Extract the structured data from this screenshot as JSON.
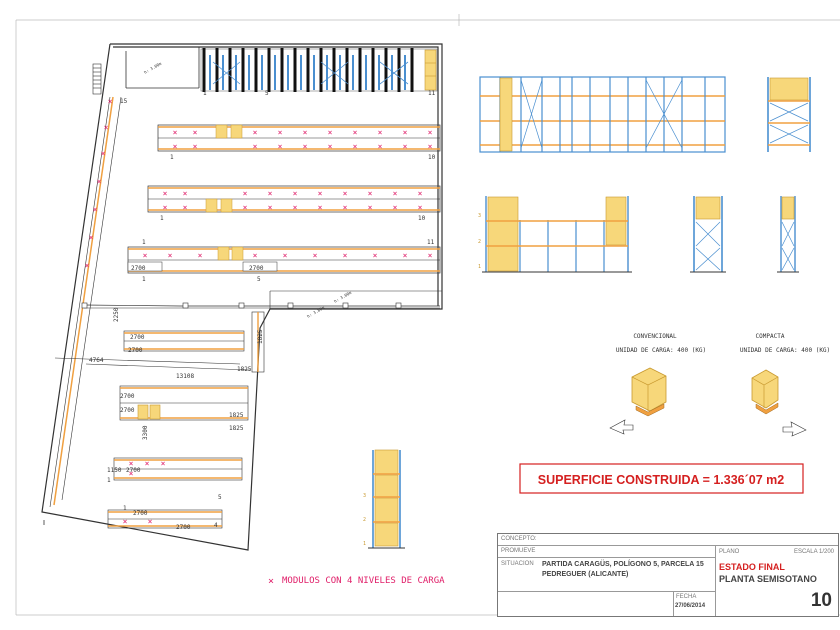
{
  "plan": {
    "dims": [
      "2700",
      "2700",
      "2700",
      "2700",
      "1825",
      "2700",
      "2700",
      "1825",
      "1825",
      "2700",
      "2700",
      "2700",
      "4764",
      "13108",
      "2250",
      "1825",
      "3300",
      "1150"
    ],
    "rack_labels": [
      "15",
      "1",
      "10",
      "1",
      "10",
      "1",
      "11",
      "1",
      "5",
      "1",
      "5",
      "1",
      "4",
      "1",
      "5",
      "11"
    ],
    "level_labels": [
      "3",
      "2",
      "1",
      "3",
      "2",
      "1",
      "3",
      "2",
      "1"
    ],
    "diag_labels": [
      "h: 3.00m",
      "h: 3.00m",
      "h: 3.80m"
    ]
  },
  "legend": {
    "marker": "×",
    "text": "MODULOS CON 4 NIVELES DE CARGA"
  },
  "pallets": {
    "conventional": {
      "name": "CONVENCIONAL",
      "load": "UNIDAD DE CARGA: 400 (KG)"
    },
    "compact": {
      "name": "COMPACTA",
      "load": "UNIDAD DE CARGA: 400 (KG)"
    }
  },
  "surface_label": "SUPERFICIE CONSTRUIDA = 1.336´07 m2",
  "title_block": {
    "concepto_label": "CONCEPTO:",
    "promueve_label": "PROMUEVE",
    "situacion_label": "SITUACION",
    "situacion_line1": "PARTIDA CARAGÜS, POLÍGONO 5, PARCELA 15",
    "situacion_line2": "PEDREGUER (ALICANTE)",
    "plano_label": "PLANO",
    "escala_label": "ESCALA 1/200",
    "plano_title1": "ESTADO FINAL",
    "plano_title2": "PLANTA SEMISOTANO",
    "fecha_label": "FECHA",
    "fecha_value": "27/06/2014",
    "sheet_number": "10"
  },
  "colors": {
    "beam": "#f0a040",
    "upright": "#4a8fd0",
    "pallet": "#f7d77a",
    "marker": "#e0206a",
    "red": "#d52020"
  }
}
